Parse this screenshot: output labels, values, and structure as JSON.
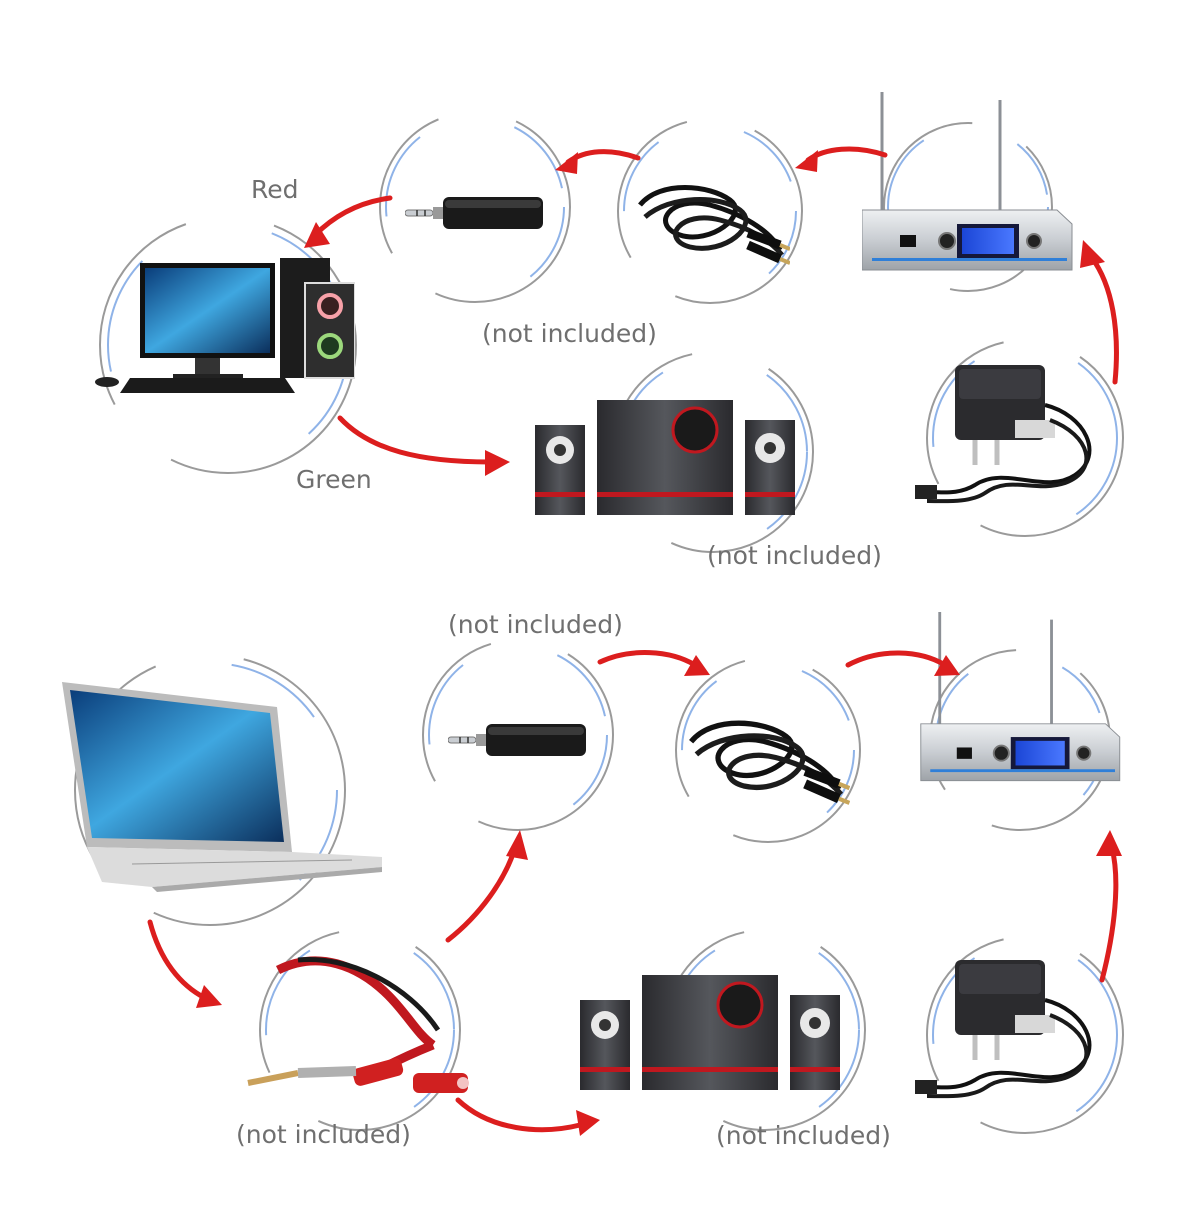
{
  "colors": {
    "arrow": "#dc1e1e",
    "ring_gray": "#9a9a9a",
    "ring_blue": "#8fb3e8",
    "label": "#6f6f6f"
  },
  "top_diagram": {
    "nodes": [
      {
        "id": "receiver",
        "icon": "wireless-receiver-icon"
      },
      {
        "id": "cable",
        "icon": "audio-cable-icon"
      },
      {
        "id": "adapter",
        "icon": "jack-adapter-icon"
      },
      {
        "id": "computer",
        "icon": "desktop-computer-icon"
      },
      {
        "id": "speakers",
        "icon": "speakers-icon"
      },
      {
        "id": "power",
        "icon": "power-adapter-icon"
      }
    ],
    "labels": {
      "red": "Red",
      "green": "Green",
      "adapter_note": "(not included)",
      "speakers_note": "(not included)"
    }
  },
  "bottom_diagram": {
    "nodes": [
      {
        "id": "laptop",
        "icon": "laptop-icon"
      },
      {
        "id": "splitter",
        "icon": "y-splitter-cable-icon"
      },
      {
        "id": "adapter",
        "icon": "jack-adapter-icon"
      },
      {
        "id": "cable",
        "icon": "audio-cable-icon"
      },
      {
        "id": "receiver",
        "icon": "wireless-receiver-icon"
      },
      {
        "id": "speakers",
        "icon": "speakers-icon"
      },
      {
        "id": "power",
        "icon": "power-adapter-icon"
      }
    ],
    "labels": {
      "adapter_note": "(not included)",
      "splitter_note": "(not included)",
      "speakers_note": "(not included)"
    }
  }
}
